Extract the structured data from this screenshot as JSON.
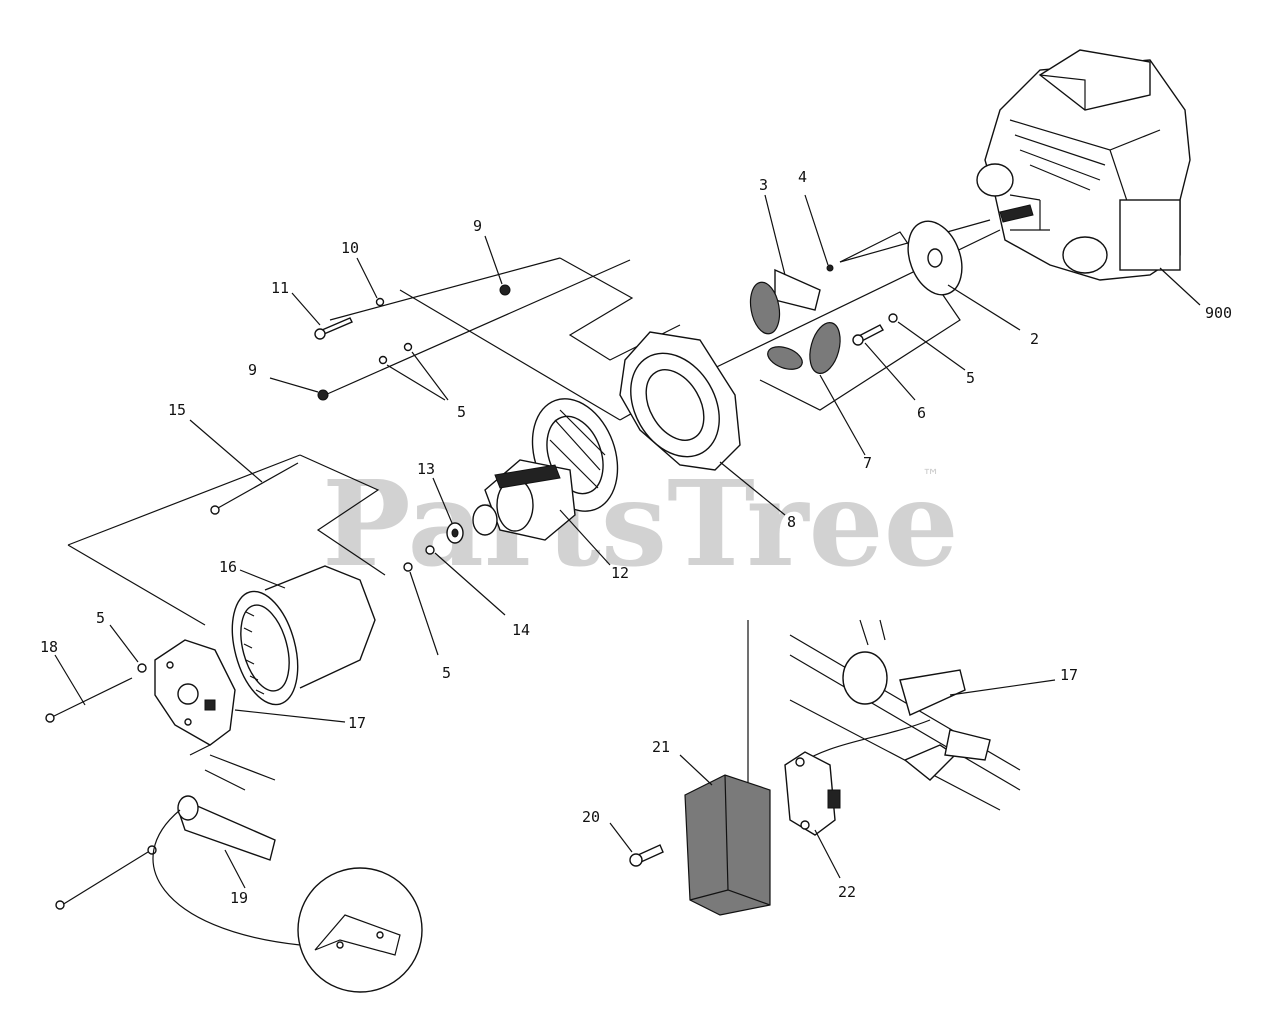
{
  "watermark": {
    "text": "PartsTree",
    "trademark": "™"
  },
  "callouts": [
    {
      "id": "c-900",
      "label": "900"
    },
    {
      "id": "c-2",
      "label": "2"
    },
    {
      "id": "c-3",
      "label": "3"
    },
    {
      "id": "c-4",
      "label": "4"
    },
    {
      "id": "c-5a",
      "label": "5"
    },
    {
      "id": "c-6",
      "label": "6"
    },
    {
      "id": "c-7",
      "label": "7"
    },
    {
      "id": "c-8",
      "label": "8"
    },
    {
      "id": "c-9a",
      "label": "9"
    },
    {
      "id": "c-9b",
      "label": "9"
    },
    {
      "id": "c-10",
      "label": "10"
    },
    {
      "id": "c-11",
      "label": "11"
    },
    {
      "id": "c-5b",
      "label": "5"
    },
    {
      "id": "c-15",
      "label": "15"
    },
    {
      "id": "c-13",
      "label": "13"
    },
    {
      "id": "c-12",
      "label": "12"
    },
    {
      "id": "c-14",
      "label": "14"
    },
    {
      "id": "c-5c",
      "label": "5"
    },
    {
      "id": "c-16",
      "label": "16"
    },
    {
      "id": "c-5d",
      "label": "5"
    },
    {
      "id": "c-18",
      "label": "18"
    },
    {
      "id": "c-17a",
      "label": "17"
    },
    {
      "id": "c-19",
      "label": "19"
    },
    {
      "id": "c-17b",
      "label": "17"
    },
    {
      "id": "c-21",
      "label": "21"
    },
    {
      "id": "c-20",
      "label": "20"
    },
    {
      "id": "c-22",
      "label": "22"
    }
  ]
}
